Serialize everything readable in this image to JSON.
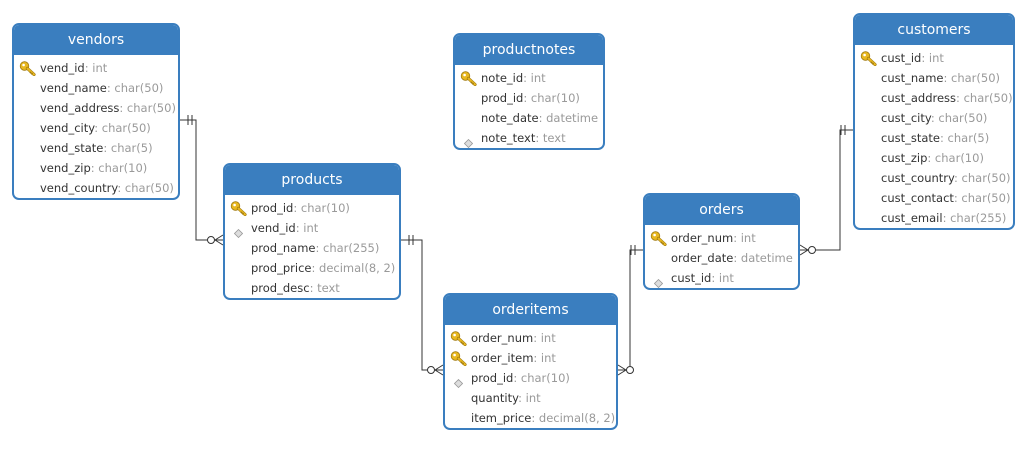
{
  "tables": [
    {
      "id": "vendors",
      "name": "vendors",
      "fields": [
        {
          "name": "vend_id",
          "type": ": int",
          "key": "pk"
        },
        {
          "name": "vend_name",
          "type": ": char(50)",
          "key": ""
        },
        {
          "name": "vend_address",
          "type": ": char(50)",
          "key": ""
        },
        {
          "name": "vend_city",
          "type": ": char(50)",
          "key": ""
        },
        {
          "name": "vend_state",
          "type": ": char(5)",
          "key": ""
        },
        {
          "name": "vend_zip",
          "type": ": char(10)",
          "key": ""
        },
        {
          "name": "vend_country",
          "type": ": char(50)",
          "key": ""
        }
      ]
    },
    {
      "id": "productnotes",
      "name": "productnotes",
      "fields": [
        {
          "name": "note_id",
          "type": ": int",
          "key": "pk"
        },
        {
          "name": "prod_id",
          "type": ": char(10)",
          "key": ""
        },
        {
          "name": "note_date",
          "type": ": datetime",
          "key": ""
        },
        {
          "name": "note_text",
          "type": ": text",
          "key": "fk"
        }
      ]
    },
    {
      "id": "customers",
      "name": "customers",
      "fields": [
        {
          "name": "cust_id",
          "type": ": int",
          "key": "pk"
        },
        {
          "name": "cust_name",
          "type": ": char(50)",
          "key": ""
        },
        {
          "name": "cust_address",
          "type": ": char(50)",
          "key": ""
        },
        {
          "name": "cust_city",
          "type": ": char(50)",
          "key": ""
        },
        {
          "name": "cust_state",
          "type": ": char(5)",
          "key": ""
        },
        {
          "name": "cust_zip",
          "type": ": char(10)",
          "key": ""
        },
        {
          "name": "cust_country",
          "type": ": char(50)",
          "key": ""
        },
        {
          "name": "cust_contact",
          "type": ": char(50)",
          "key": ""
        },
        {
          "name": "cust_email",
          "type": ": char(255)",
          "key": ""
        }
      ]
    },
    {
      "id": "products",
      "name": "products",
      "fields": [
        {
          "name": "prod_id",
          "type": ": char(10)",
          "key": "pk"
        },
        {
          "name": "vend_id",
          "type": ": int",
          "key": "fk"
        },
        {
          "name": "prod_name",
          "type": ": char(255)",
          "key": ""
        },
        {
          "name": "prod_price",
          "type": ": decimal(8, 2)",
          "key": ""
        },
        {
          "name": "prod_desc",
          "type": ": text",
          "key": ""
        }
      ]
    },
    {
      "id": "orders",
      "name": "orders",
      "fields": [
        {
          "name": "order_num",
          "type": ": int",
          "key": "pk"
        },
        {
          "name": "order_date",
          "type": ": datetime",
          "key": ""
        },
        {
          "name": "cust_id",
          "type": ": int",
          "key": "fk"
        }
      ]
    },
    {
      "id": "orderitems",
      "name": "orderitems",
      "fields": [
        {
          "name": "order_num",
          "type": ": int",
          "key": "pk"
        },
        {
          "name": "order_item",
          "type": ": int",
          "key": "pk"
        },
        {
          "name": "prod_id",
          "type": ": char(10)",
          "key": "fk"
        },
        {
          "name": "quantity",
          "type": ": int",
          "key": ""
        },
        {
          "name": "item_price",
          "type": ": decimal(8, 2)",
          "key": ""
        }
      ]
    }
  ],
  "relationships": [
    {
      "from": "vendors",
      "to": "products",
      "from_card": "one",
      "to_card": "many"
    },
    {
      "from": "products",
      "to": "orderitems",
      "from_card": "one",
      "to_card": "many"
    },
    {
      "from": "orders",
      "to": "orderitems",
      "from_card": "one",
      "to_card": "many"
    },
    {
      "from": "customers",
      "to": "orders",
      "from_card": "one",
      "to_card": "many"
    }
  ],
  "colors": {
    "header": "#3a7ebf",
    "border": "#3a7ebf",
    "field_text": "#333333",
    "type_text": "#9a9a9a",
    "key_icon": "#e8b820",
    "fk_icon": "#bbbbbb",
    "line": "#333333"
  }
}
